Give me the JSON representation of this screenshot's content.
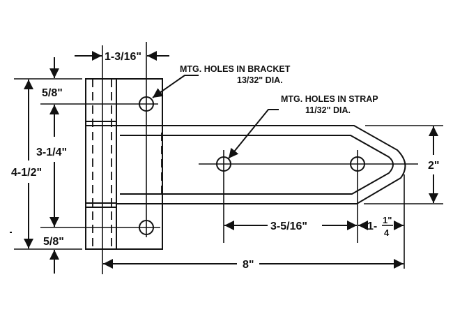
{
  "drawing": {
    "dimensions": {
      "bracket_width": "1-3/16\"",
      "top_hole_offset": "5/8\"",
      "hole_spacing_bracket": "3-1/4\"",
      "overall_height": "4-1/2\"",
      "bottom_hole_offset": "5/8\"",
      "strap_width": "2\"",
      "hole_spacing_strap": "3-5/16\"",
      "tip_offset_whole": "1-",
      "tip_offset_num": "1\"",
      "tip_offset_den": "4",
      "overall_length": "8\""
    },
    "callouts": {
      "bracket_holes_title": "MTG. HOLES IN BRACKET",
      "bracket_holes_dia": "13/32\" DIA.",
      "strap_holes_title": "MTG. HOLES IN STRAP",
      "strap_holes_dia": "11/32\" DIA."
    }
  }
}
